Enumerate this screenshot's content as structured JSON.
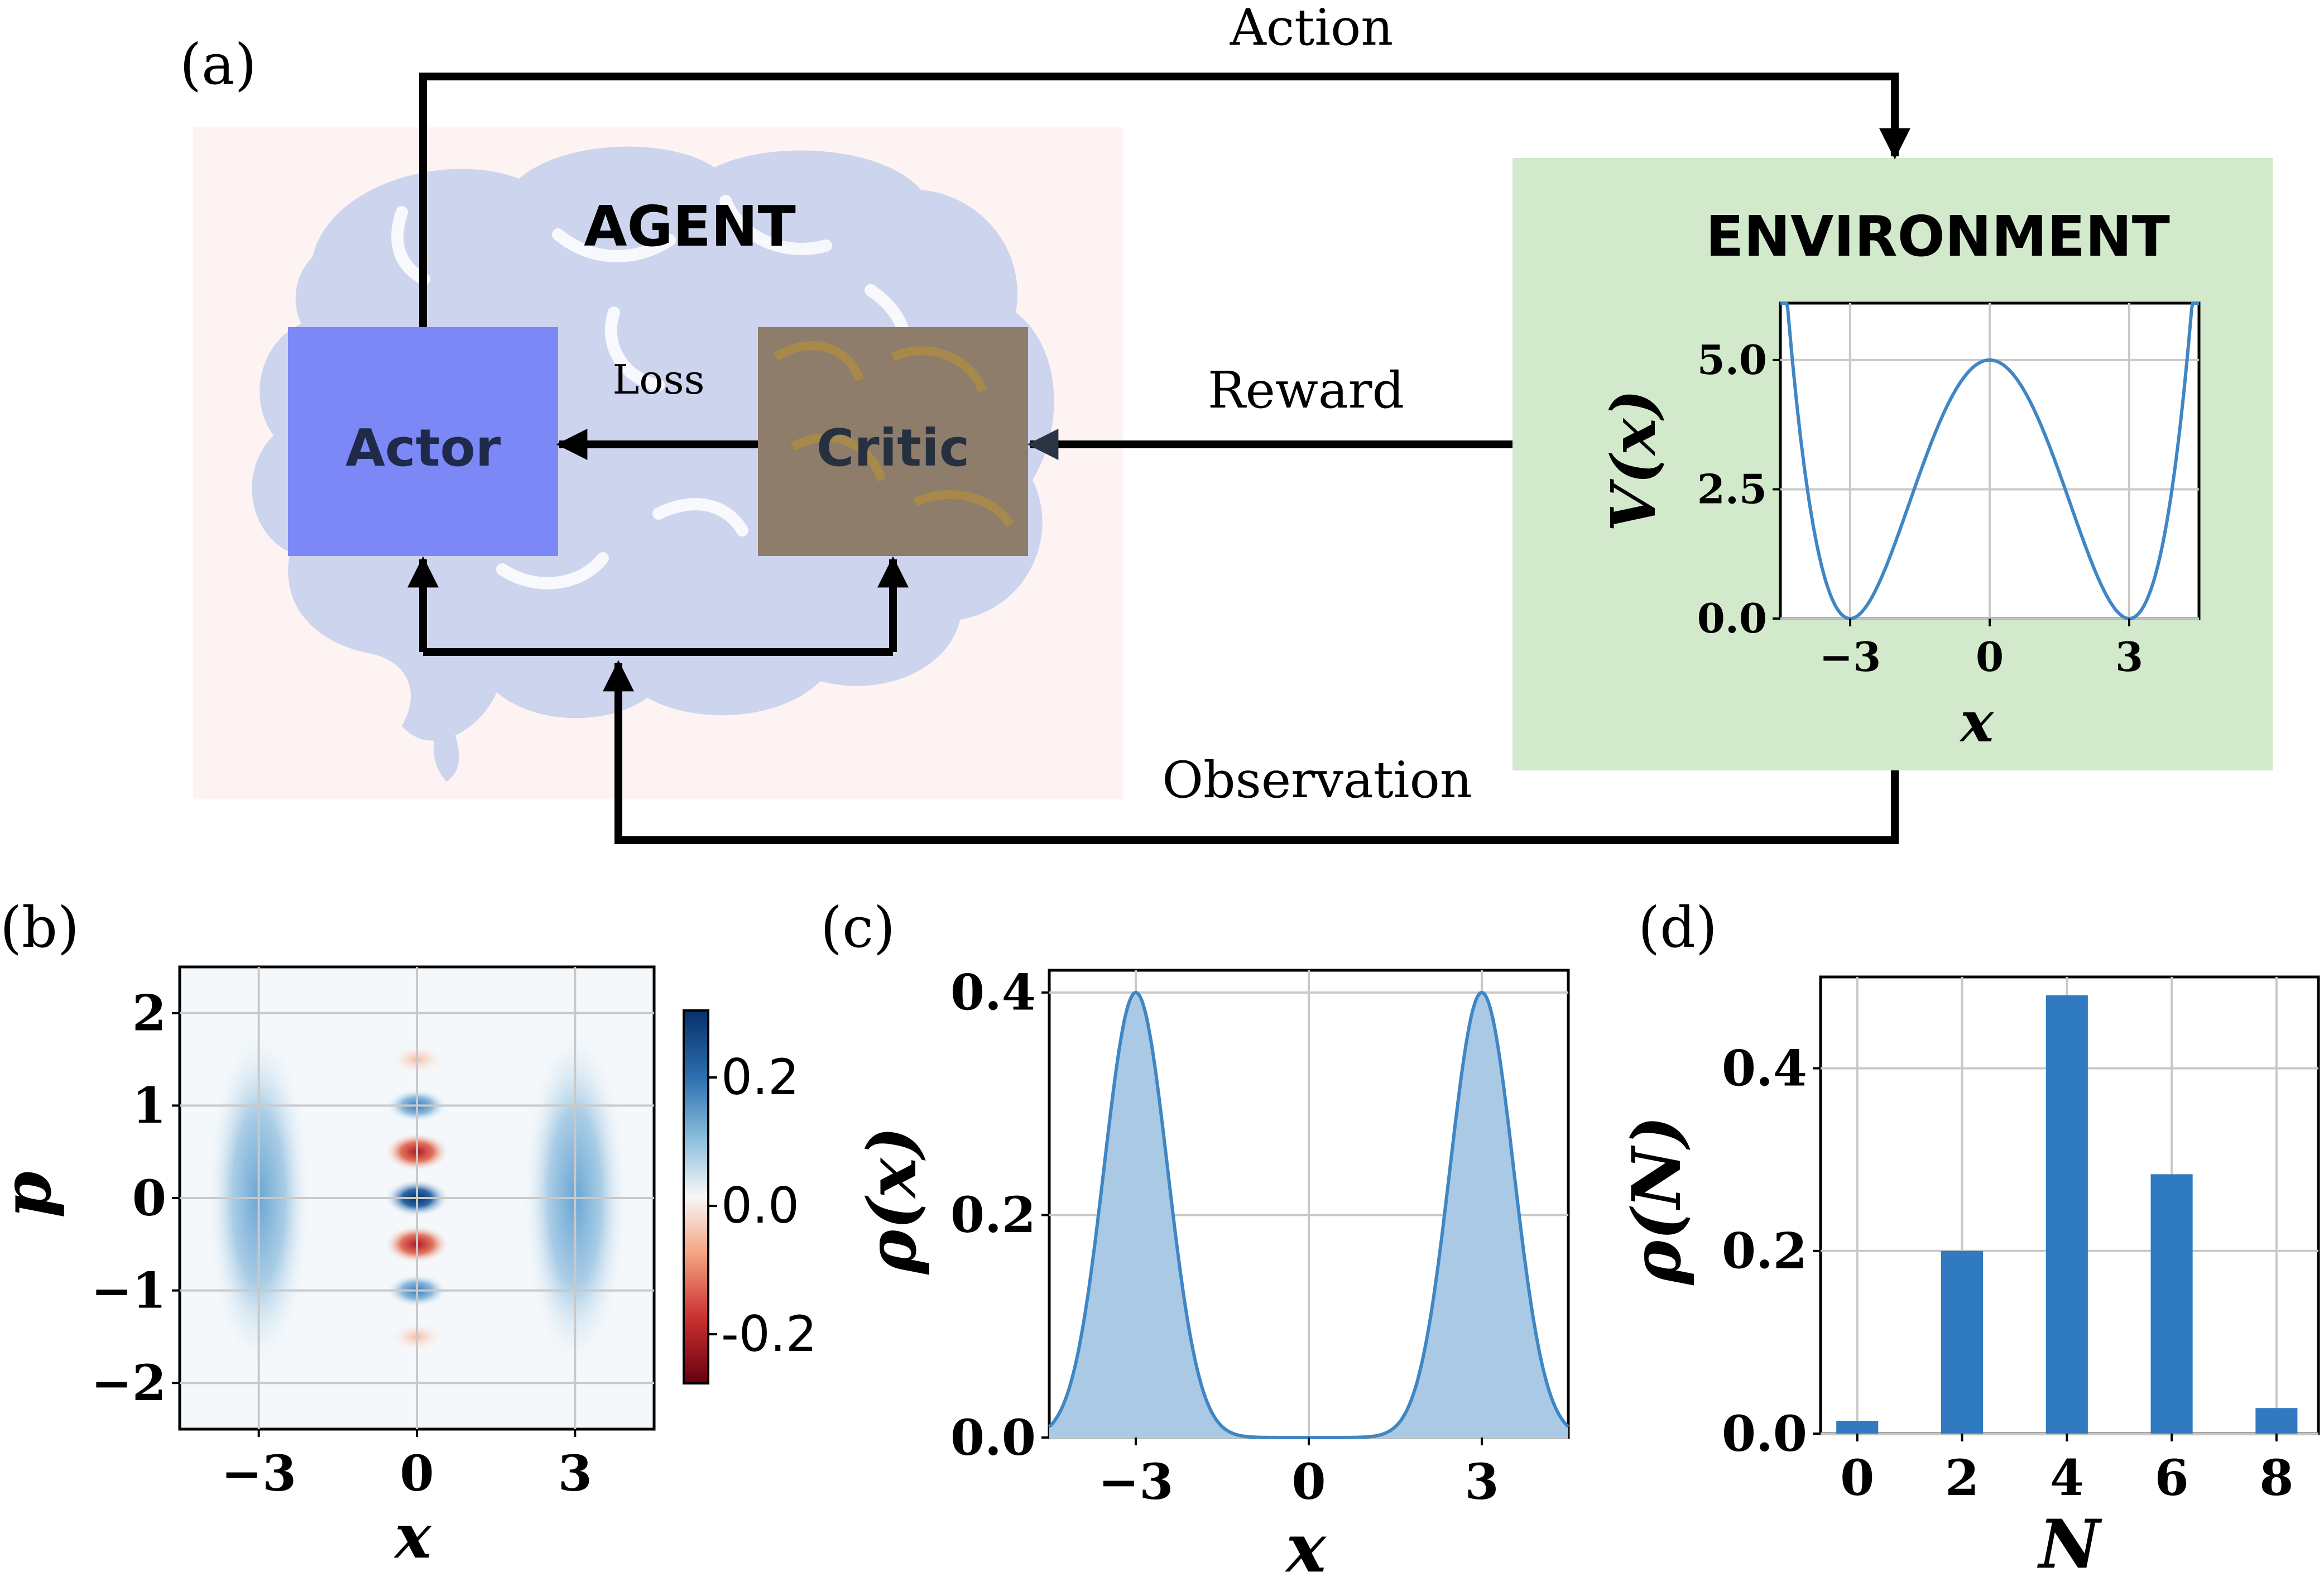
{
  "colors": {
    "agent_bg": "#fdf3f3",
    "brain": "#cdd4ee",
    "actor": "#7b88f5",
    "critic": "#8e7d6a",
    "env_bg": "#d3e9cc",
    "curve": "#3f86c4",
    "bar": "#2f7ac0",
    "grid": "#c9c9c9"
  },
  "panel_a": {
    "label": "(a)",
    "agent_title": "AGENT",
    "environment_title": "ENVIRONMENT",
    "actor_label": "Actor",
    "critic_label": "Critic",
    "loss_label": "Loss",
    "action_label": "Action",
    "reward_label": "Reward",
    "observation_label": "Observation"
  },
  "panel_b": {
    "label": "(b)",
    "colorbar_ticks": [
      "0.2",
      "0.0",
      "-0.2"
    ]
  },
  "panel_c": {
    "label": "(c)"
  },
  "panel_d": {
    "label": "(d)"
  },
  "chart_data": [
    {
      "id": "a-inset",
      "type": "line",
      "function": "double-well potential V(x), minima at x=±3 with V=0, barrier V(0)=5",
      "xlabel": "x",
      "ylabel": "V(x)",
      "xlim": [
        -4.5,
        4.5
      ],
      "ylim": [
        0,
        6.1
      ],
      "xticks": [
        -3,
        0,
        3
      ],
      "xtick_labels": [
        "−3",
        "0",
        "3"
      ],
      "yticks": [
        0,
        2.5,
        5
      ],
      "ytick_labels": [
        "0.0",
        "2.5",
        "5.0"
      ],
      "grid": true
    },
    {
      "id": "b",
      "type": "heatmap",
      "function": "Wigner function of a cat-like state; two Gaussian lobes at x=±3 and interference fringes along p at x=0",
      "xlabel": "x",
      "ylabel": "p",
      "xlim": [
        -4.5,
        4.5
      ],
      "ylim": [
        -2.5,
        2.5
      ],
      "xticks": [
        -3,
        0,
        3
      ],
      "xtick_labels": [
        "−3",
        "0",
        "3"
      ],
      "yticks": [
        2,
        1,
        0,
        -1,
        -2
      ],
      "ytick_labels": [
        "2",
        "1",
        "0",
        "−1",
        "−2"
      ],
      "color_range": [
        -0.3,
        0.3
      ],
      "grid": true
    },
    {
      "id": "c",
      "type": "area",
      "function": "position distribution with Gaussian peaks at x=±3 reaching ρ=0.4",
      "xlabel": "x",
      "ylabel": "ρ(x)",
      "xlim": [
        -4.5,
        4.5
      ],
      "ylim": [
        0,
        0.42
      ],
      "peaks": [
        -3,
        3
      ],
      "peak_value": 0.4,
      "xticks": [
        -3,
        0,
        3
      ],
      "xtick_labels": [
        "−3",
        "0",
        "3"
      ],
      "yticks": [
        0,
        0.2,
        0.4
      ],
      "ytick_labels": [
        "0.0",
        "0.2",
        "0.4"
      ],
      "grid": true
    },
    {
      "id": "d",
      "type": "bar",
      "xlabel": "N",
      "ylabel": "ρ(N)",
      "x": [
        0,
        2,
        4,
        6,
        8
      ],
      "values": [
        0.014,
        0.2,
        0.48,
        0.284,
        0.028
      ],
      "xlim": [
        -0.7,
        8.8
      ],
      "ylim": [
        0,
        0.5
      ],
      "xticks": [
        0,
        2,
        4,
        6,
        8
      ],
      "xtick_labels": [
        "0",
        "2",
        "4",
        "6",
        "8"
      ],
      "yticks": [
        0,
        0.2,
        0.4
      ],
      "ytick_labels": [
        "0.0",
        "0.2",
        "0.4"
      ],
      "grid": true
    }
  ]
}
